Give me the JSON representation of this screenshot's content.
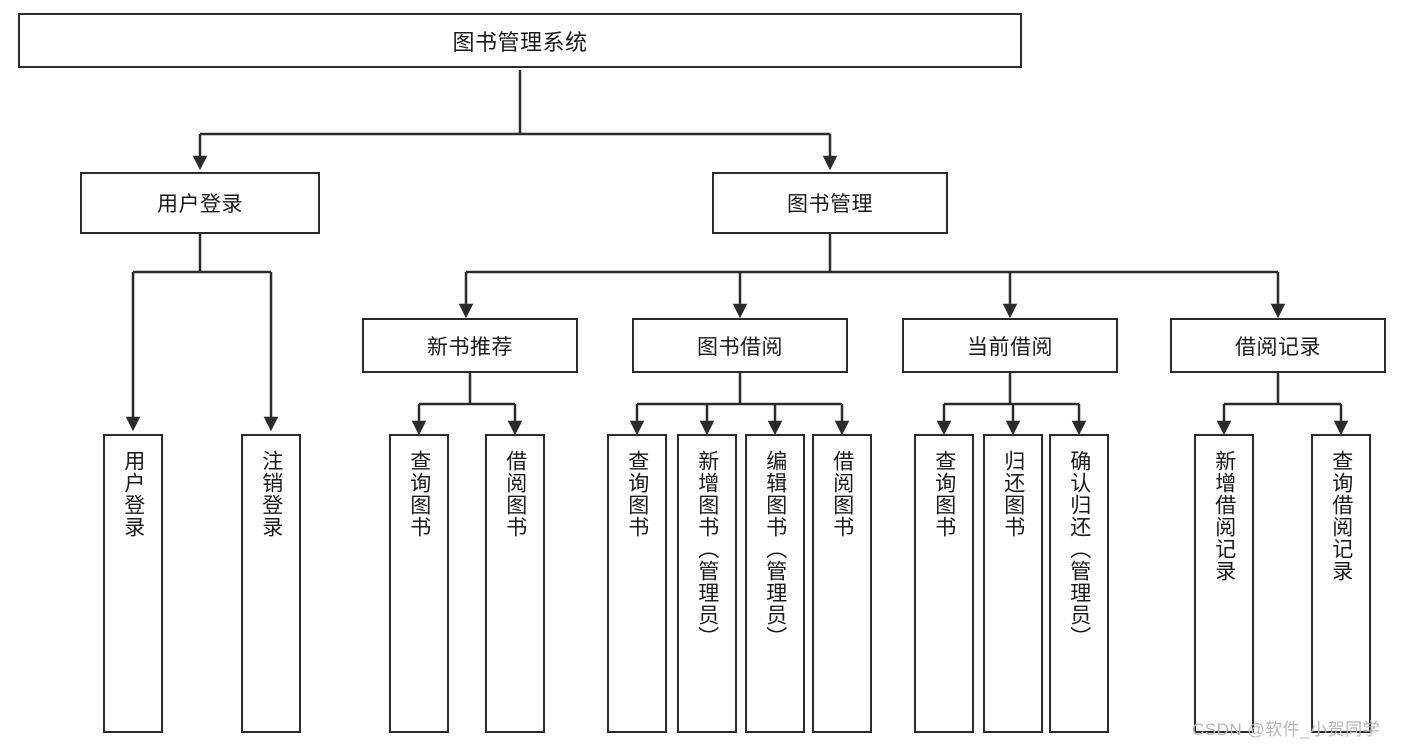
{
  "diagram": {
    "type": "hierarchy-tree",
    "title": "图书管理系统",
    "colors": {
      "background": "#ffffff",
      "stroke": "#2b2b2b",
      "text": "#1a1a1a",
      "watermark": "#b6b6b6"
    },
    "levels": {
      "root": {
        "label": "图书管理系统"
      },
      "level2": [
        {
          "label": "用户登录"
        },
        {
          "label": "图书管理"
        }
      ],
      "level3": [
        {
          "label": "新书推荐"
        },
        {
          "label": "图书借阅"
        },
        {
          "label": "当前借阅"
        },
        {
          "label": "借阅记录"
        }
      ],
      "leaves": [
        {
          "label": "用户登录",
          "parent": "用户登录"
        },
        {
          "label": "注销登录",
          "parent": "用户登录"
        },
        {
          "label": "查询图书",
          "parent": "新书推荐"
        },
        {
          "label": "借阅图书",
          "parent": "新书推荐"
        },
        {
          "label": "查询图书",
          "parent": "图书借阅"
        },
        {
          "label": "新增图书（管理员）",
          "parent": "图书借阅"
        },
        {
          "label": "编辑图书（管理员）",
          "parent": "图书借阅"
        },
        {
          "label": "借阅图书",
          "parent": "图书借阅"
        },
        {
          "label": "查询图书",
          "parent": "当前借阅"
        },
        {
          "label": "归还图书",
          "parent": "当前借阅"
        },
        {
          "label": "确认归还（管理员）",
          "parent": "当前借阅"
        },
        {
          "label": "新增借阅记录",
          "parent": "借阅记录"
        },
        {
          "label": "查询借阅记录",
          "parent": "借阅记录"
        }
      ]
    }
  },
  "watermark": {
    "text": "CSDN @软件_小贺同学"
  }
}
